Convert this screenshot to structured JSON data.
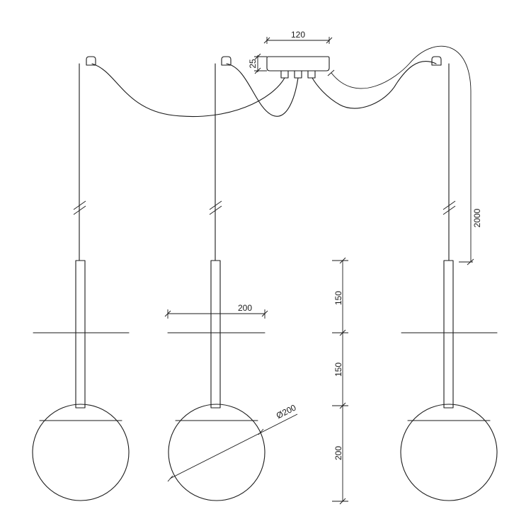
{
  "drawing": {
    "dimensions": {
      "canopy_width": "120",
      "canopy_height": "25",
      "cable_length": "2000",
      "shade_width": "200",
      "globe_diameter": "Ø200",
      "segment_top": "150",
      "segment_middle": "150",
      "segment_bottom": "200"
    }
  }
}
